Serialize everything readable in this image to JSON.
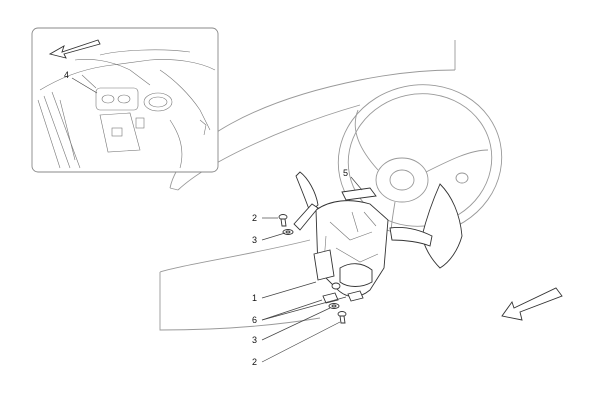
{
  "diagram": {
    "callouts": [
      {
        "id": "c4",
        "text": "4"
      },
      {
        "id": "c5",
        "text": "5"
      },
      {
        "id": "c2a",
        "text": "2"
      },
      {
        "id": "c3a",
        "text": "3"
      },
      {
        "id": "c1",
        "text": "1"
      },
      {
        "id": "c6",
        "text": "6"
      },
      {
        "id": "c3b",
        "text": "3"
      },
      {
        "id": "c2b",
        "text": "2"
      }
    ],
    "inset_arrow_icon": "arrow-left-icon",
    "direction_arrow_icon": "arrow-down-left-icon",
    "colors": {
      "line": "#333333",
      "outline": "#999999",
      "background": "#ffffff"
    }
  }
}
